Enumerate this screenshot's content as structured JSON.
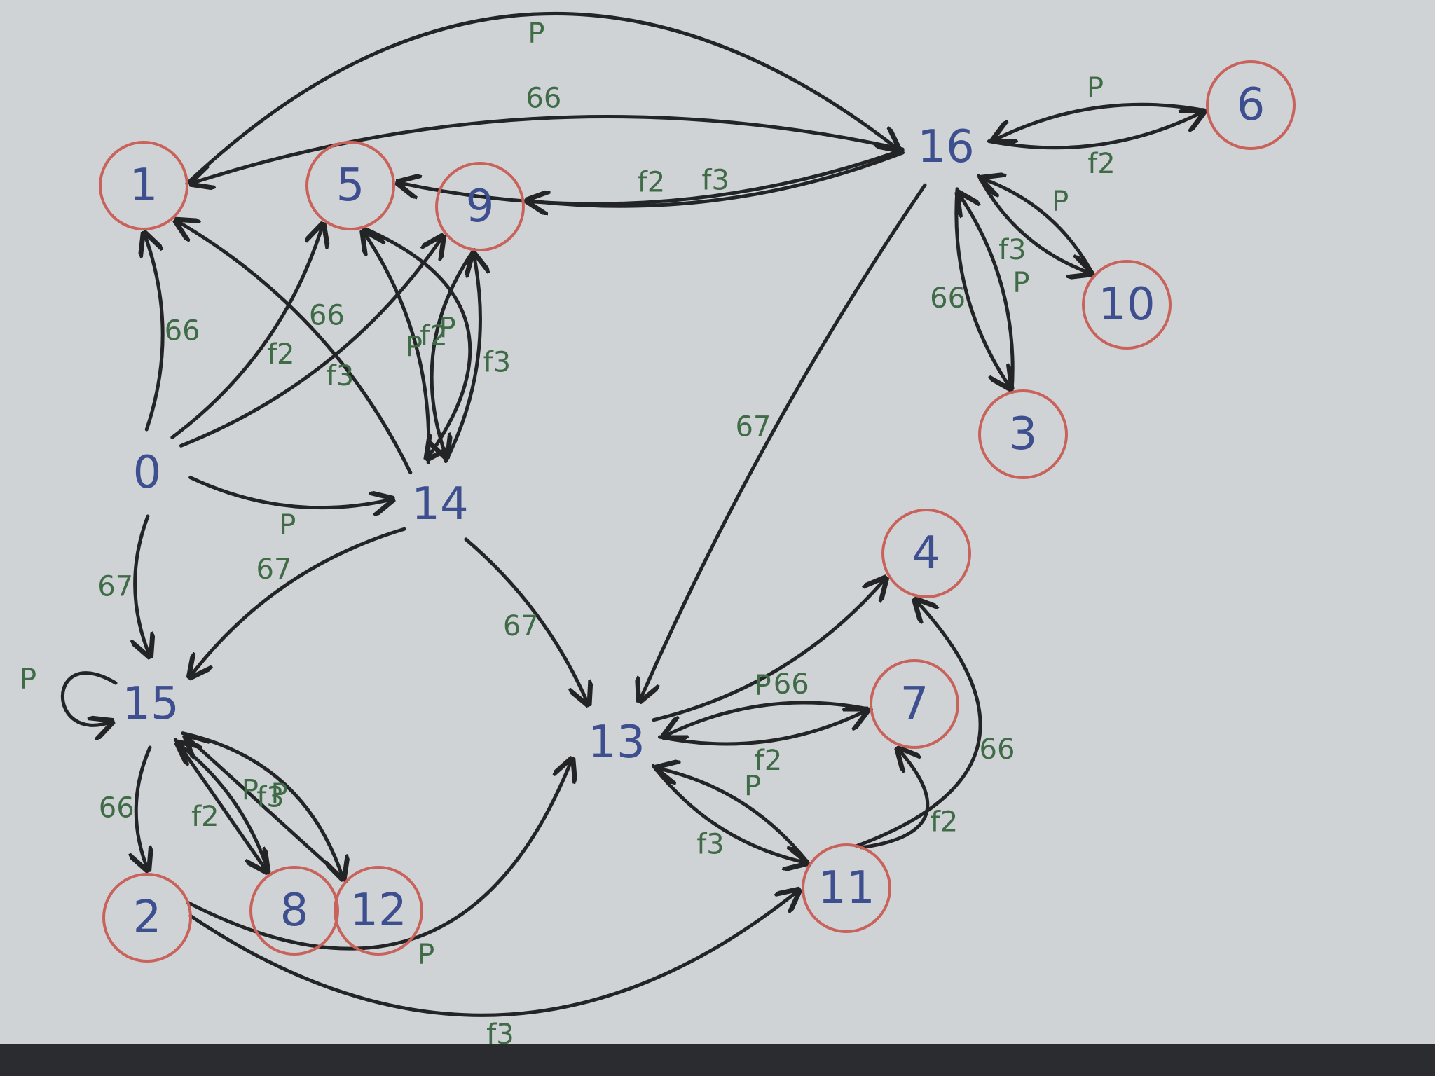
{
  "colors": {
    "board": "#cfd3d6",
    "node_ink": "#3d4f8f",
    "label_ink": "#3f6b46",
    "ring_ink": "#c9625a",
    "edge_ink": "#222426"
  },
  "nodes": [
    {
      "id": "n0",
      "label": "0",
      "accepting": false
    },
    {
      "id": "n1",
      "label": "1",
      "accepting": true
    },
    {
      "id": "n2",
      "label": "2",
      "accepting": true
    },
    {
      "id": "n3",
      "label": "3",
      "accepting": true
    },
    {
      "id": "n4",
      "label": "4",
      "accepting": true
    },
    {
      "id": "n5",
      "label": "5",
      "accepting": true
    },
    {
      "id": "n6",
      "label": "6",
      "accepting": true
    },
    {
      "id": "n7",
      "label": "7",
      "accepting": true
    },
    {
      "id": "n8",
      "label": "8",
      "accepting": true
    },
    {
      "id": "n9",
      "label": "9",
      "accepting": true
    },
    {
      "id": "n10",
      "label": "10",
      "accepting": true
    },
    {
      "id": "n11",
      "label": "11",
      "accepting": true
    },
    {
      "id": "n12",
      "label": "12",
      "accepting": true
    },
    {
      "id": "n13",
      "label": "13",
      "accepting": false
    },
    {
      "id": "n14",
      "label": "14",
      "accepting": false
    },
    {
      "id": "n15",
      "label": "15",
      "accepting": false
    },
    {
      "id": "n16",
      "label": "16",
      "accepting": false
    }
  ],
  "edges": [
    {
      "from": "n0",
      "to": "n1",
      "label": "66"
    },
    {
      "from": "n0",
      "to": "n5",
      "label": "f2"
    },
    {
      "from": "n0",
      "to": "n9",
      "label": "f3"
    },
    {
      "from": "n0",
      "to": "n14",
      "label": "P"
    },
    {
      "from": "n0",
      "to": "n15",
      "label": "67"
    },
    {
      "from": "n14",
      "to": "n1",
      "label": "66"
    },
    {
      "from": "n14",
      "to": "n5",
      "label": "f2"
    },
    {
      "from": "n14",
      "to": "n9",
      "label": "f3"
    },
    {
      "from": "n9",
      "to": "n14",
      "label": "P"
    },
    {
      "from": "n5",
      "to": "n14",
      "label": "P"
    },
    {
      "from": "n14",
      "to": "n15",
      "label": "67"
    },
    {
      "from": "n14",
      "to": "n13",
      "label": "67"
    },
    {
      "from": "n1",
      "to": "n16",
      "label": "P"
    },
    {
      "from": "n16",
      "to": "n6",
      "label": "f2"
    },
    {
      "from": "n6",
      "to": "n16",
      "label": "P"
    },
    {
      "from": "n16",
      "to": "n10",
      "label": "f3"
    },
    {
      "from": "n10",
      "to": "n16",
      "label": "P"
    },
    {
      "from": "n16",
      "to": "n3",
      "label": "66"
    },
    {
      "from": "n3",
      "to": "n16",
      "label": "P"
    },
    {
      "from": "n16",
      "to": "n5",
      "label": "f2"
    },
    {
      "from": "n16",
      "to": "n9",
      "label": "f3"
    },
    {
      "from": "n16",
      "to": "n1",
      "label": "66"
    },
    {
      "from": "n16",
      "to": "n13",
      "label": "67"
    },
    {
      "from": "n15",
      "to": "n15",
      "label": "P"
    },
    {
      "from": "n15",
      "to": "n2",
      "label": "66"
    },
    {
      "from": "n15",
      "to": "n8",
      "label": "f2"
    },
    {
      "from": "n8",
      "to": "n15",
      "label": "P"
    },
    {
      "from": "n15",
      "to": "n12",
      "label": "f3"
    },
    {
      "from": "n12",
      "to": "n15",
      "label": "P"
    },
    {
      "from": "n2",
      "to": "n13",
      "label": "P"
    },
    {
      "from": "n2",
      "to": "n11",
      "label": "f3"
    },
    {
      "from": "n13",
      "to": "n4",
      "label": "66"
    },
    {
      "from": "n13",
      "to": "n7",
      "label": "f2"
    },
    {
      "from": "n7",
      "to": "n13",
      "label": "P"
    },
    {
      "from": "n13",
      "to": "n11",
      "label": "f3"
    },
    {
      "from": "n11",
      "to": "n13",
      "label": "P"
    },
    {
      "from": "n11",
      "to": "n7",
      "label": "f2"
    },
    {
      "from": "n11",
      "to": "n4",
      "label": "66"
    }
  ]
}
